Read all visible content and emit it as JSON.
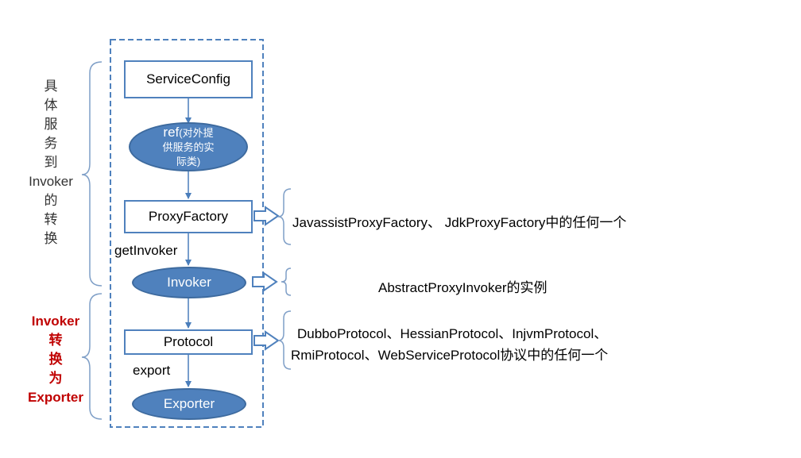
{
  "left_labels": {
    "top": [
      "具",
      "体",
      "服",
      "务",
      "到",
      "Invoker",
      "的",
      "转",
      "换"
    ],
    "bottom": [
      "Invoker",
      "转",
      "换",
      "为",
      "Exporter"
    ],
    "bottom_color": "#c00000"
  },
  "nodes": {
    "service_config": "ServiceConfig",
    "ref_line1_a": "ref",
    "ref_line1_b": "(对外提",
    "ref_line2": "供服务的实",
    "ref_line3": "际类)",
    "proxy_factory": "ProxyFactory",
    "invoker": "Invoker",
    "protocol": "Protocol",
    "exporter": "Exporter"
  },
  "edge_labels": {
    "get_invoker": "getInvoker",
    "export": "export"
  },
  "annotations": {
    "proxy_factory": "JavassistProxyFactory、 JdkProxyFactory中的任何一个",
    "invoker": "AbstractProxyInvoker的实例",
    "protocol_line1": "DubboProtocol、HessianProtocol、InjvmProtocol、",
    "protocol_line2": "RmiProtocol、WebServiceProtocol协议中的任何一个"
  },
  "colors": {
    "accent": "#4f81bd",
    "arrow": "#4a7ebb",
    "brace": "#7f9fc7"
  }
}
